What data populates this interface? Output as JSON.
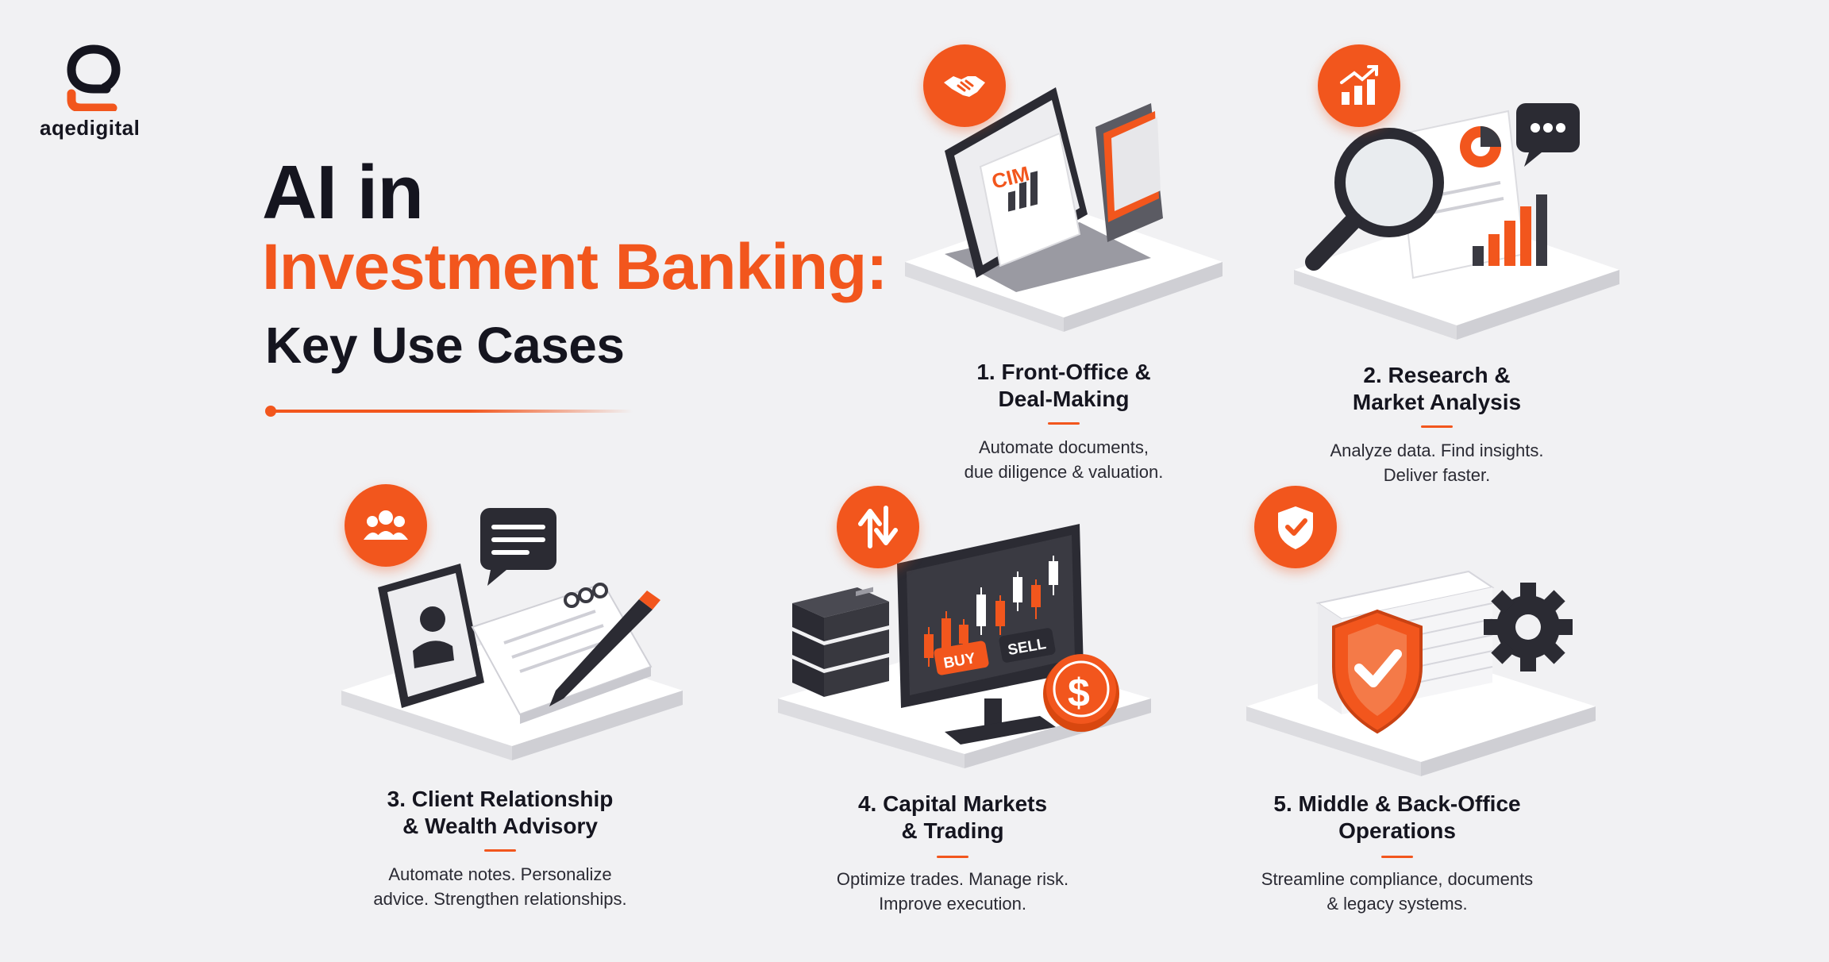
{
  "brand": {
    "name": "aqedigital",
    "accent": "#f2561d",
    "dark": "#15151f"
  },
  "heading": {
    "line1": "AI in",
    "line2": "Investment Banking:",
    "line3": "Key Use Cases"
  },
  "cards": [
    {
      "title_line1": "1. Front-Office &",
      "title_line2": "Deal-Making",
      "desc_line1": "Automate documents,",
      "desc_line2": "due diligence & valuation.",
      "icon": "handshake-icon",
      "doc_label": "CIM"
    },
    {
      "title_line1": "2. Research &",
      "title_line2": "Market Analysis",
      "desc_line1": "Analyze data. Find insights.",
      "desc_line2": "Deliver faster.",
      "icon": "chart-up-icon"
    },
    {
      "title_line1": "3. Client Relationship",
      "title_line2": "& Wealth Advisory",
      "desc_line1": "Automate notes. Personalize",
      "desc_line2": "advice. Strengthen relationships.",
      "icon": "people-icon"
    },
    {
      "title_line1": "4. Capital Markets",
      "title_line2": "& Trading",
      "desc_line1": "Optimize trades. Manage risk.",
      "desc_line2": "Improve execution.",
      "icon": "up-down-arrows-icon",
      "buy_label": "BUY",
      "sell_label": "SELL"
    },
    {
      "title_line1": "5. Middle & Back-Office",
      "title_line2": "Operations",
      "desc_line1": "Streamline compliance, documents",
      "desc_line2": "& legacy systems.",
      "icon": "shield-check-icon"
    }
  ]
}
